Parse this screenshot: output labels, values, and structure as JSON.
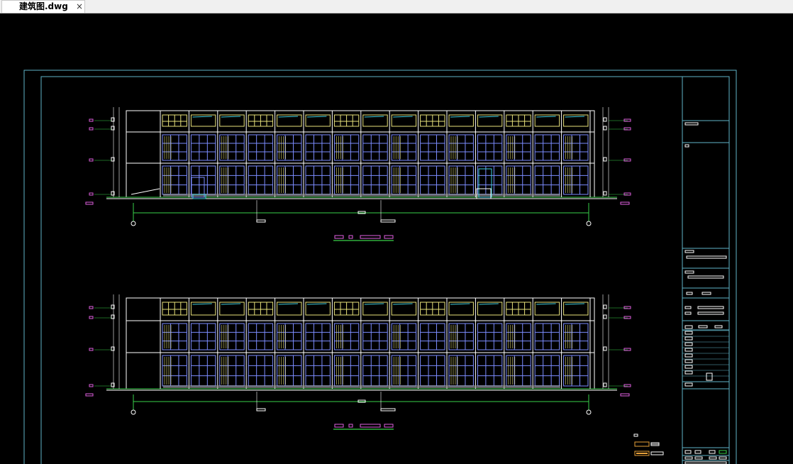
{
  "document_tab": {
    "filename": "建筑图.dwg",
    "close_glyph": "×"
  },
  "colors": {
    "background": "#000000",
    "frame": "#5fb4c8",
    "white_line": "#ffffff",
    "green_line": "#39d14a",
    "yellow_line": "#e8e27a",
    "cyan_line": "#3fd0e0",
    "blue_window": "#7c8cff",
    "magenta_tag": "#e060e0",
    "orange_stamp": "#e8a23a"
  },
  "drawing": {
    "elevations": [
      {
        "name": "upper-elevation",
        "floors": 3,
        "bays": 15
      },
      {
        "name": "lower-elevation",
        "floors": 3,
        "bays": 15
      }
    ]
  }
}
